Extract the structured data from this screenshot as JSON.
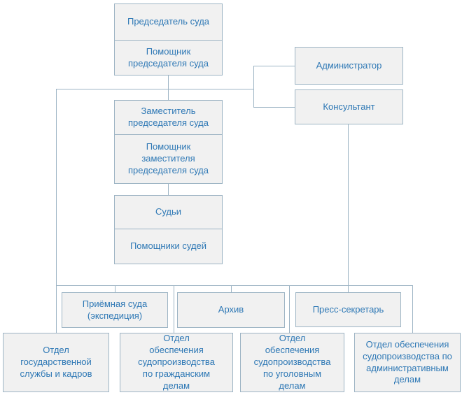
{
  "org_chart": {
    "leadership": {
      "chairman": "Председатель суда",
      "chairman_assistant": "Помощник председателя суда",
      "deputy_chairman": "Заместитель председателя суда",
      "deputy_chairman_assistant": "Помощник заместителя председателя суда",
      "judges": "Судьи",
      "judges_assistants": "Помощники судей"
    },
    "staff": {
      "administrator": "Администратор",
      "consultant": "Консультант"
    },
    "services": {
      "reception": "Приёмная суда (экспедиция)",
      "archive": "Архив",
      "press_secretary": "Пресс-секретарь"
    },
    "departments": {
      "civil_service_hr": "Отдел государственной службы и кадров",
      "civil_cases": "Отдел обеспечения судопроизводства по гражданским делам",
      "criminal_cases": "Отдел обеспечения судопроизводства по уголовным делам",
      "administrative_cases": "Отдел обеспечения судопроизводства по административным делам"
    },
    "colors": {
      "background": "#ffffff",
      "box_fill": "#f1f1f1",
      "box_border": "#9db4c4",
      "line_color": "#9db4c4",
      "text_color": "#2e78b5"
    }
  }
}
